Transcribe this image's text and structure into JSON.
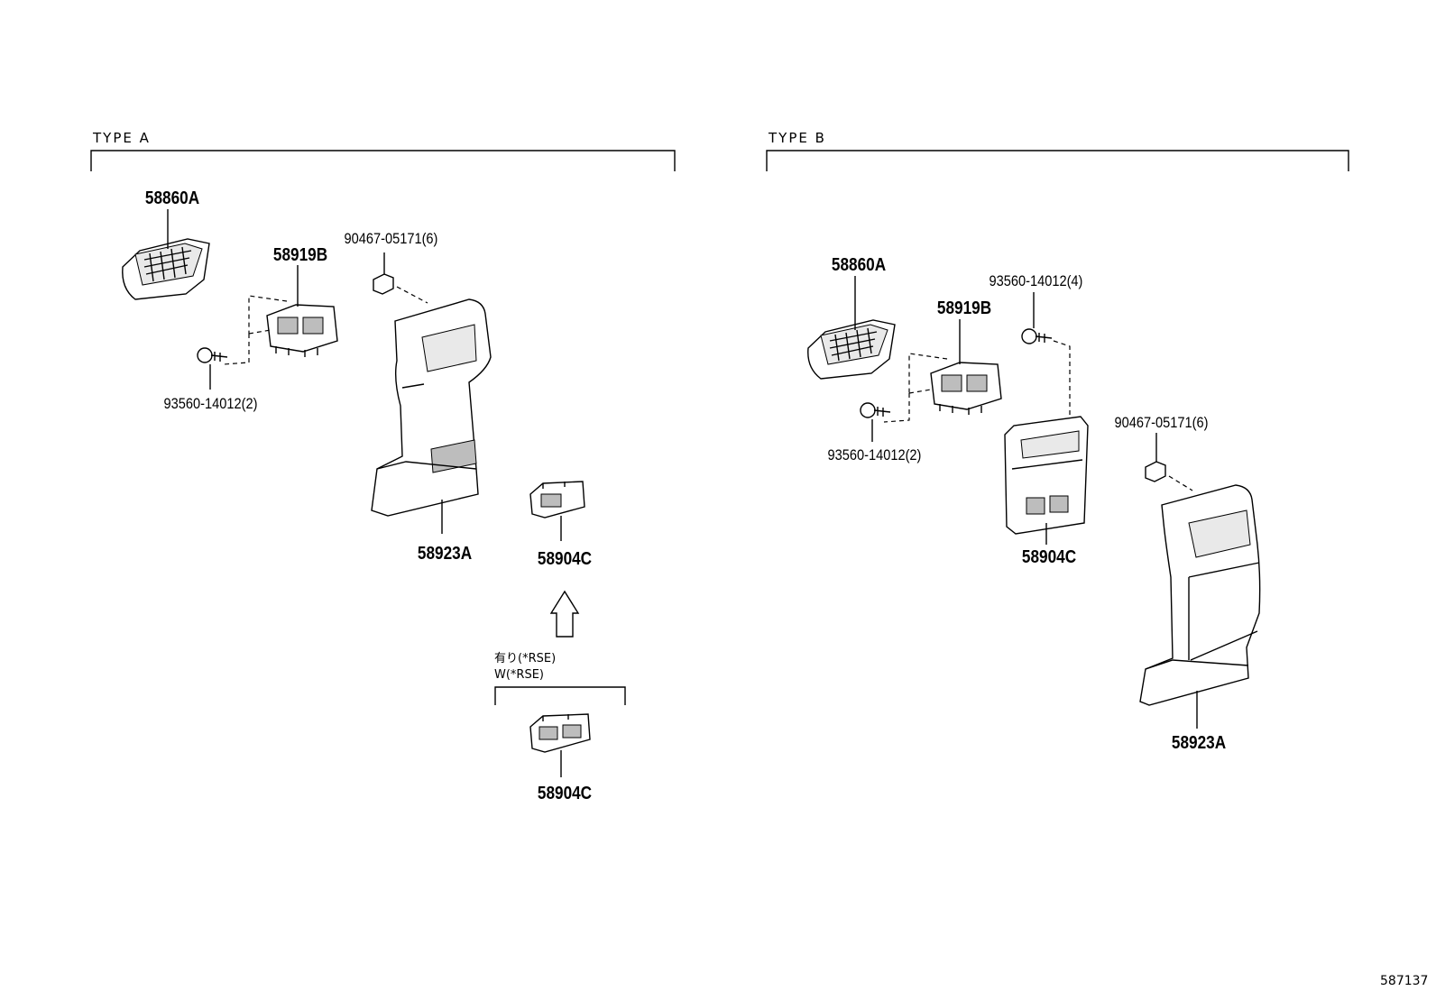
{
  "figure_id": "587137",
  "type_a": {
    "title": "TYPE A",
    "labels": {
      "vent": "58860A",
      "bezel": "58919B",
      "clip": "90467-05171(6)",
      "screw": "93560-14012(2)",
      "console_end": "58923A",
      "panel_upper": "58904C",
      "panel_lower": "58904C"
    },
    "variant_note": {
      "line1": "有り(*RSE)",
      "line2": "W(*RSE)"
    }
  },
  "type_b": {
    "title": "TYPE B",
    "labels": {
      "vent": "58860A",
      "bezel": "58919B",
      "screw_top": "93560-14012(4)",
      "screw": "93560-14012(2)",
      "clip": "90467-05171(6)",
      "panel": "58904C",
      "console_end": "58923A"
    }
  }
}
